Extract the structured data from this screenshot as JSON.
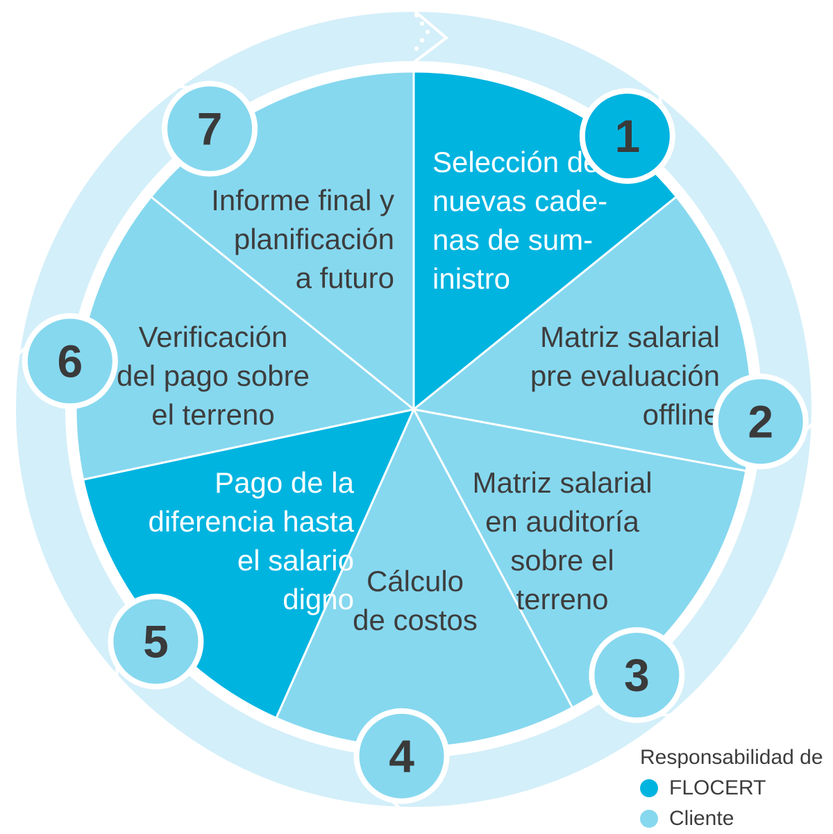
{
  "colors": {
    "flocert": "#00b4e0",
    "cliente": "#86d8ef",
    "ring": "#d3eff9",
    "number_badge": "#86d8ef",
    "number_badge_primary": "#00b4e0",
    "text_dark": "#3d3d3d",
    "text_light": "#ffffff"
  },
  "steps": [
    {
      "number": "1",
      "lines": [
        "Selección de",
        "nuevas cade-",
        "nas de sum-",
        "inistro"
      ],
      "responsible": "flocert"
    },
    {
      "number": "2",
      "lines": [
        "Matriz salarial",
        "pre evaluación",
        "offline"
      ],
      "responsible": "cliente"
    },
    {
      "number": "3",
      "lines": [
        "Matriz salarial",
        "en auditoría",
        "sobre el",
        "terreno"
      ],
      "responsible": "cliente"
    },
    {
      "number": "4",
      "lines": [
        "Cálculo",
        "de costos"
      ],
      "responsible": "cliente"
    },
    {
      "number": "5",
      "lines": [
        "Pago de la",
        "diferencia hasta",
        "el salario",
        "digno"
      ],
      "responsible": "flocert"
    },
    {
      "number": "6",
      "lines": [
        "Verificación",
        "del pago sobre",
        "el terreno"
      ],
      "responsible": "cliente"
    },
    {
      "number": "7",
      "lines": [
        "Informe final y",
        "planificación",
        "a futuro"
      ],
      "responsible": "cliente"
    }
  ],
  "legend": {
    "title": "Responsabilidad de",
    "items": [
      {
        "label": "FLOCERT",
        "color": "#00b4e0"
      },
      {
        "label": "Cliente",
        "color": "#86d8ef"
      }
    ]
  }
}
